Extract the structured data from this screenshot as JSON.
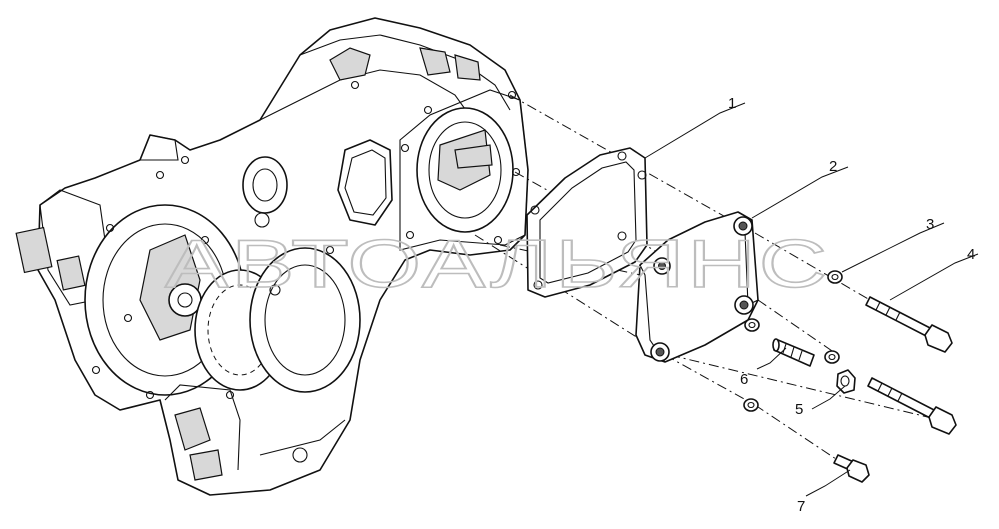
{
  "watermark": "АВТОАЛЬЯНС",
  "callouts": [
    {
      "number": "1",
      "part": "gasket"
    },
    {
      "number": "2",
      "part": "cover"
    },
    {
      "number": "3",
      "part": "washer"
    },
    {
      "number": "4",
      "part": "long-bolt"
    },
    {
      "number": "5",
      "part": "nut"
    },
    {
      "number": "6",
      "part": "stud"
    },
    {
      "number": "7",
      "part": "short-bolt"
    }
  ]
}
